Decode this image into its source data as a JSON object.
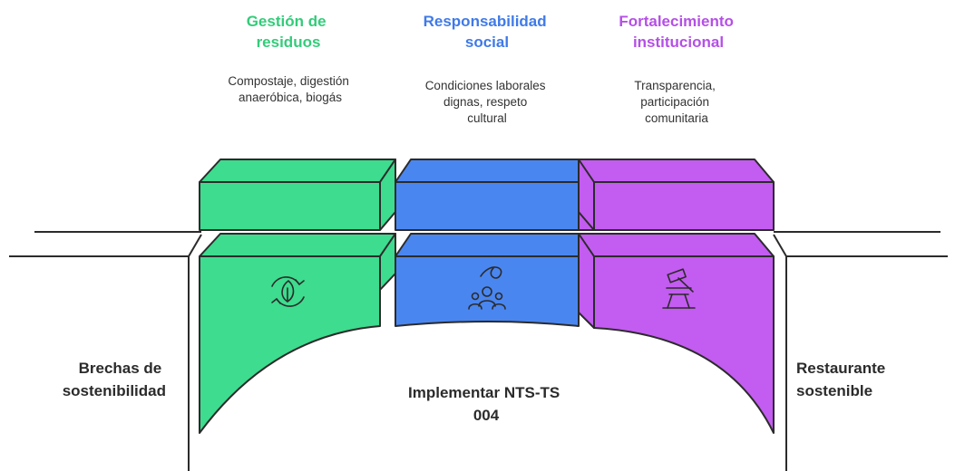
{
  "colors": {
    "green": "#3ddc8e",
    "blue": "#4a86f0",
    "purple": "#c35cf0",
    "green_title": "#33cc7a",
    "blue_title": "#3f7ae8",
    "purple_title": "#b54fe6",
    "stroke": "#2b2b2b"
  },
  "columns": [
    {
      "title_lines": [
        "Gestión de",
        "residuos"
      ],
      "desc_lines": [
        "Compostaje, digestión",
        "anaeróbica, biogás"
      ],
      "icon": "recycle-leaf-icon"
    },
    {
      "title_lines": [
        "Responsabilidad",
        "social"
      ],
      "desc_lines": [
        "Condiciones laborales",
        "dignas, respeto",
        "cultural"
      ],
      "icon": "community-people-icon"
    },
    {
      "title_lines": [
        "Fortalecimiento",
        "institucional"
      ],
      "desc_lines": [
        "Transparencia,",
        "participación",
        "comunitaria"
      ],
      "icon": "gavel-icon"
    }
  ],
  "left_label_lines": [
    "Brechas de",
    "sostenibilidad"
  ],
  "right_label_lines": [
    "Restaurante",
    "sostenible"
  ],
  "center_label_lines": [
    "Implementar NTS-TS",
    "004"
  ]
}
